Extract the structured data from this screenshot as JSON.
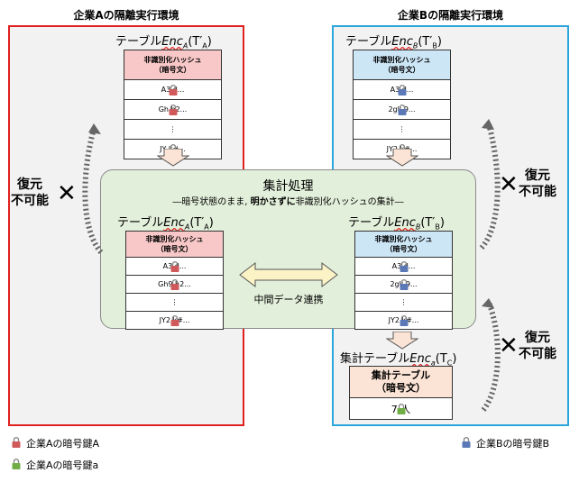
{
  "env_a": {
    "title": "企業Aの隔離実行環境"
  },
  "env_b": {
    "title": "企業Bの隔離実行環境"
  },
  "table_a": {
    "title_prefix": "テーブル",
    "enc": "Enc",
    "enc_sub": "A",
    "paren": "(T′",
    "paren_sub": "A",
    "close": ")",
    "header_line1": "非識別化ハッシュ",
    "header_line2": "（暗号文）",
    "rows": [
      "A3   d...",
      "Gh   h2...",
      "⋮",
      "JY   k#..."
    ]
  },
  "table_b": {
    "title_prefix": "テーブル",
    "enc": "Enc",
    "enc_sub": "B",
    "paren": "(T′",
    "paren_sub": "B",
    "close": ")",
    "header_line1": "非識別化ハッシュ",
    "header_line2": "（暗号文）",
    "rows": [
      "A3   d...",
      "2gk   9...",
      "⋮",
      "JY2   k#..."
    ]
  },
  "aggregation": {
    "title": "集計処理",
    "subtitle_pre": "―暗号状態のまま, ",
    "subtitle_bold": "明かさずに",
    "subtitle_post": "非識別化ハッシュの集計―",
    "link_label": "中間データ連携",
    "table_a": {
      "title_prefix": "テーブル",
      "enc": "Enc",
      "enc_sub": "A",
      "paren": "(T′",
      "paren_sub": "A",
      "close": ")",
      "header_line1": "非識別化ハッシュ",
      "header_line2": "（暗号文）",
      "rows": [
        "A3   d...",
        "Gh9   h2...",
        "⋮",
        "JY2   k#..."
      ]
    },
    "table_b": {
      "title_prefix": "テーブル",
      "enc": "Enc",
      "enc_sub": "B",
      "paren": "(T′",
      "paren_sub": "B",
      "close": ")",
      "header_line1": "非識別化ハッシュ",
      "header_line2": "（暗号文）",
      "rows": [
        "A3   d...",
        "2gk   9...",
        "⋮",
        "JY2   k#..."
      ]
    }
  },
  "result": {
    "title_prefix": "集計テーブル",
    "enc": "Enc",
    "enc_sub": "a",
    "paren": "(T",
    "paren_sub": "C",
    "close": ")",
    "header_line1": "集計テーブル",
    "header_line2": "（暗号文）",
    "value": "7   人"
  },
  "irreversible_left": {
    "line1": "復元",
    "line2": "不可能"
  },
  "irreversible_right_top": {
    "line1": "復元",
    "line2": "不可能"
  },
  "irreversible_right_bottom": {
    "line1": "復元",
    "line2": "不可能"
  },
  "legend": {
    "key_a_upper": "企業Aの暗号鍵A",
    "key_a_lower": "企業Aの暗号鍵a",
    "key_b": "企業Bの暗号鍵B"
  },
  "colors": {
    "red_lock": "#d0595b",
    "blue_lock": "#5b78b7",
    "green_lock": "#70ad47",
    "env_a_border": "#e0201f",
    "env_b_border": "#2aa6dc"
  }
}
